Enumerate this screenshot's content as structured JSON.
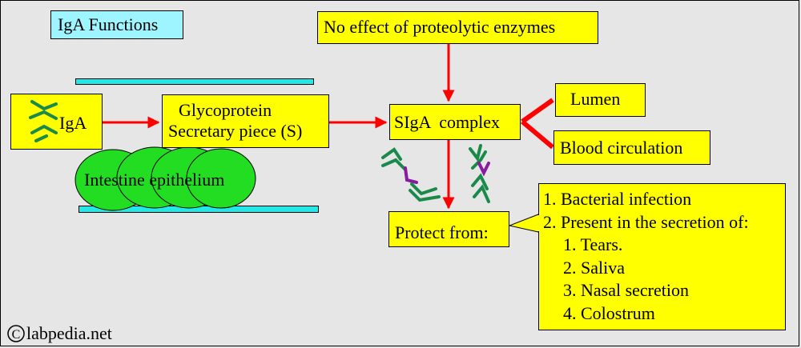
{
  "title": "IgA Functions",
  "top_box": "No effect of proteolytic enzymes",
  "iga_label": "IgA",
  "glyco": {
    "line1": "Glycoprotein",
    "line2": "Secretary piece (S)"
  },
  "sig_complex": "SIgA  complex",
  "lumen": "Lumen",
  "blood": "Blood circulation",
  "epithelium": "Intestine epithelium",
  "protect": "Protect from:",
  "protect_list": {
    "item1": "1. Bacterial infection",
    "item2": "2. Present in the secretion of:",
    "sub1": "1. Tears.",
    "sub2": "2. Saliva",
    "sub3": "3. Nasal secretion",
    "sub4": "4. Colostrum"
  },
  "credit": "labpedia.net",
  "copyright_symbol": "C",
  "colors": {
    "box_yellow": "#ffff00",
    "title_cyan": "#9ff5ff",
    "membrane_cyan": "#22e8e8",
    "cell_green": "#22dd22",
    "arrow_red": "#ff0000",
    "antibody_green": "#1a8a4a",
    "antibody_purple": "#8a1aa0"
  }
}
